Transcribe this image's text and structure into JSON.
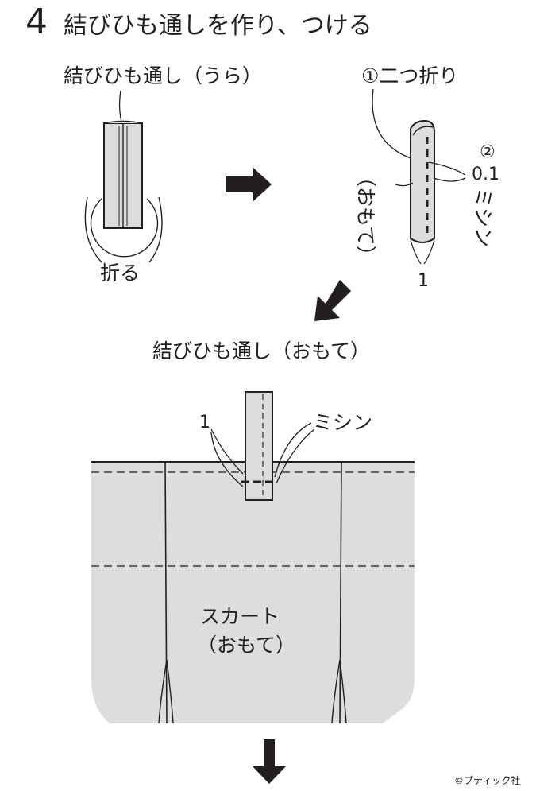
{
  "colors": {
    "ink": "#231f20",
    "fabric": "#dcdddd",
    "background": "#ffffff"
  },
  "step": {
    "number": "4",
    "title": "結びひも通しを作り、つける"
  },
  "left_figure": {
    "top_label": "結びひも通し（うら）",
    "fold_label": "折る"
  },
  "right_figure": {
    "fold_label": "①二つ折り",
    "step2_mark": "②",
    "step2_value": "0.1",
    "sewing_label": "ミシン",
    "side_label": "（おもて）",
    "width_label": "1"
  },
  "skirt_figure": {
    "loop_label": "結びひも通し（おもて）",
    "width_label": "1",
    "sewing_label": "ミシン",
    "skirt_label": "スカート",
    "skirt_side_label": "（おもて）"
  },
  "icons": [
    "arrow-right-icon",
    "arrow-down-left-icon",
    "arrow-down-icon"
  ],
  "credit": "©ブティック社"
}
